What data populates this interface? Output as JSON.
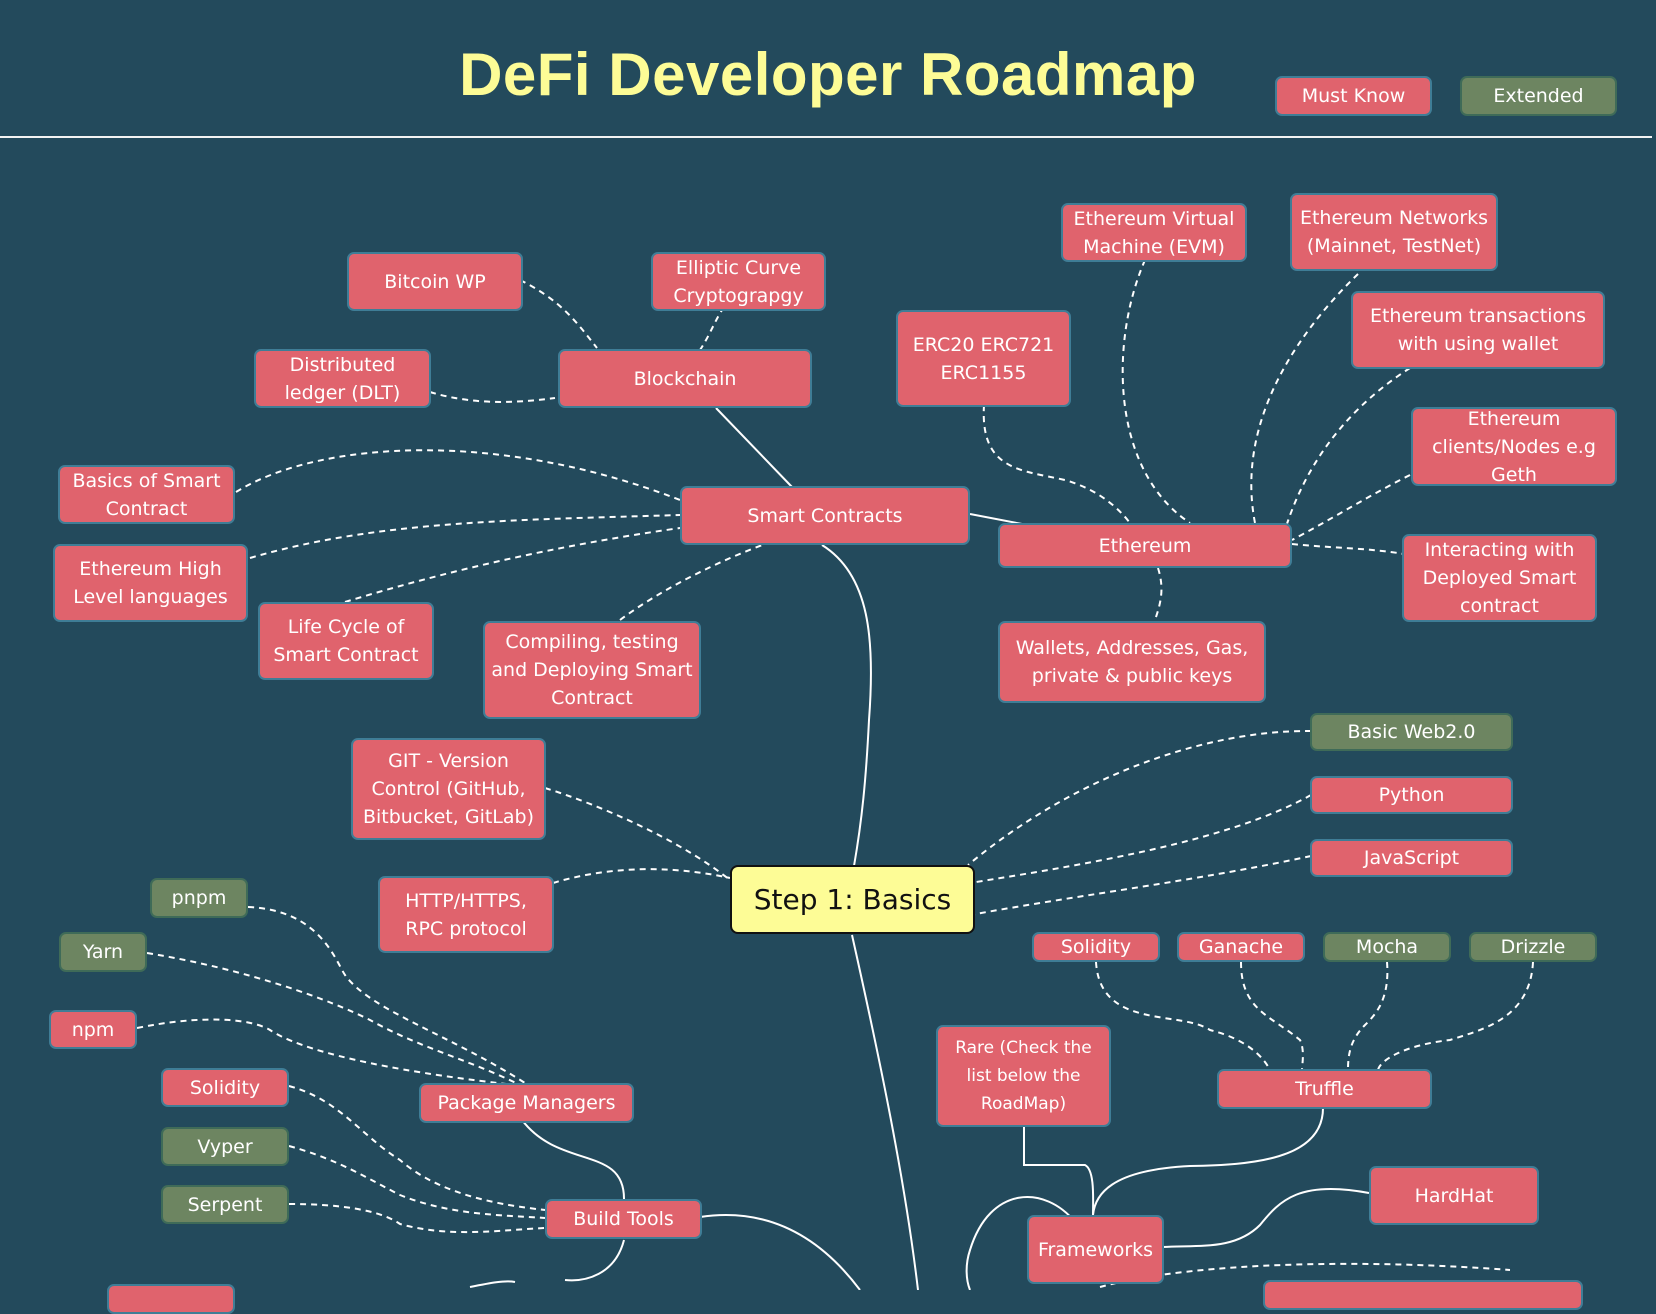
{
  "title": "DeFi Developer Roadmap",
  "legend": {
    "must_know": "Must Know",
    "extended": "Extended"
  },
  "colors": {
    "background": "#234a5c",
    "must_know": "#e0636d",
    "extended": "#6d8561",
    "highlight": "#fdfc96"
  },
  "nodes": {
    "bitcoin_wp": "Bitcoin WP",
    "elliptic_curve": "Elliptic Curve Cryptograpgy",
    "distributed_ledger": "Distributed ledger (DLT)",
    "blockchain": "Blockchain",
    "evm": "Ethereum Virtual Machine (EVM)",
    "eth_networks": "Ethereum Networks (Mainnet, TestNet)",
    "eth_transactions": "Ethereum transactions with using wallet",
    "erc_tokens": "ERC20 ERC721 ERC1155",
    "eth_clients": "Ethereum clients/Nodes e.g Geth",
    "basics_smart_contract": "Basics of Smart Contract",
    "smart_contracts": "Smart Contracts",
    "ethereum": "Ethereum",
    "interacting_contract": "Interacting with Deployed Smart contract",
    "eth_high_level": "Ethereum High Level languages",
    "life_cycle": "Life Cycle of Smart Contract",
    "compiling": "Compiling, testing and Deploying Smart Contract",
    "wallets": "Wallets, Addresses, Gas, private & public keys",
    "basic_web2": "Basic Web2.0",
    "git": "GIT - Version Control (GitHub, Bitbucket, GitLab)",
    "python": "Python",
    "javascript": "JavaScript",
    "pnpm": "pnpm",
    "http": "HTTP/HTTPS, RPC protocol",
    "step1": "Step 1: Basics",
    "yarn": "Yarn",
    "solidity_fw": "Solidity",
    "ganache": "Ganache",
    "mocha": "Mocha",
    "drizzle": "Drizzle",
    "npm": "npm",
    "rare": "Rare  (Check the list below the RoadMap)",
    "solidity_bt": "Solidity",
    "package_managers": "Package Managers",
    "truffle": "Truffle",
    "vyper": "Vyper",
    "hardhat": "HardHat",
    "serpent": "Serpent",
    "build_tools": "Build Tools",
    "frameworks": "Frameworks"
  }
}
